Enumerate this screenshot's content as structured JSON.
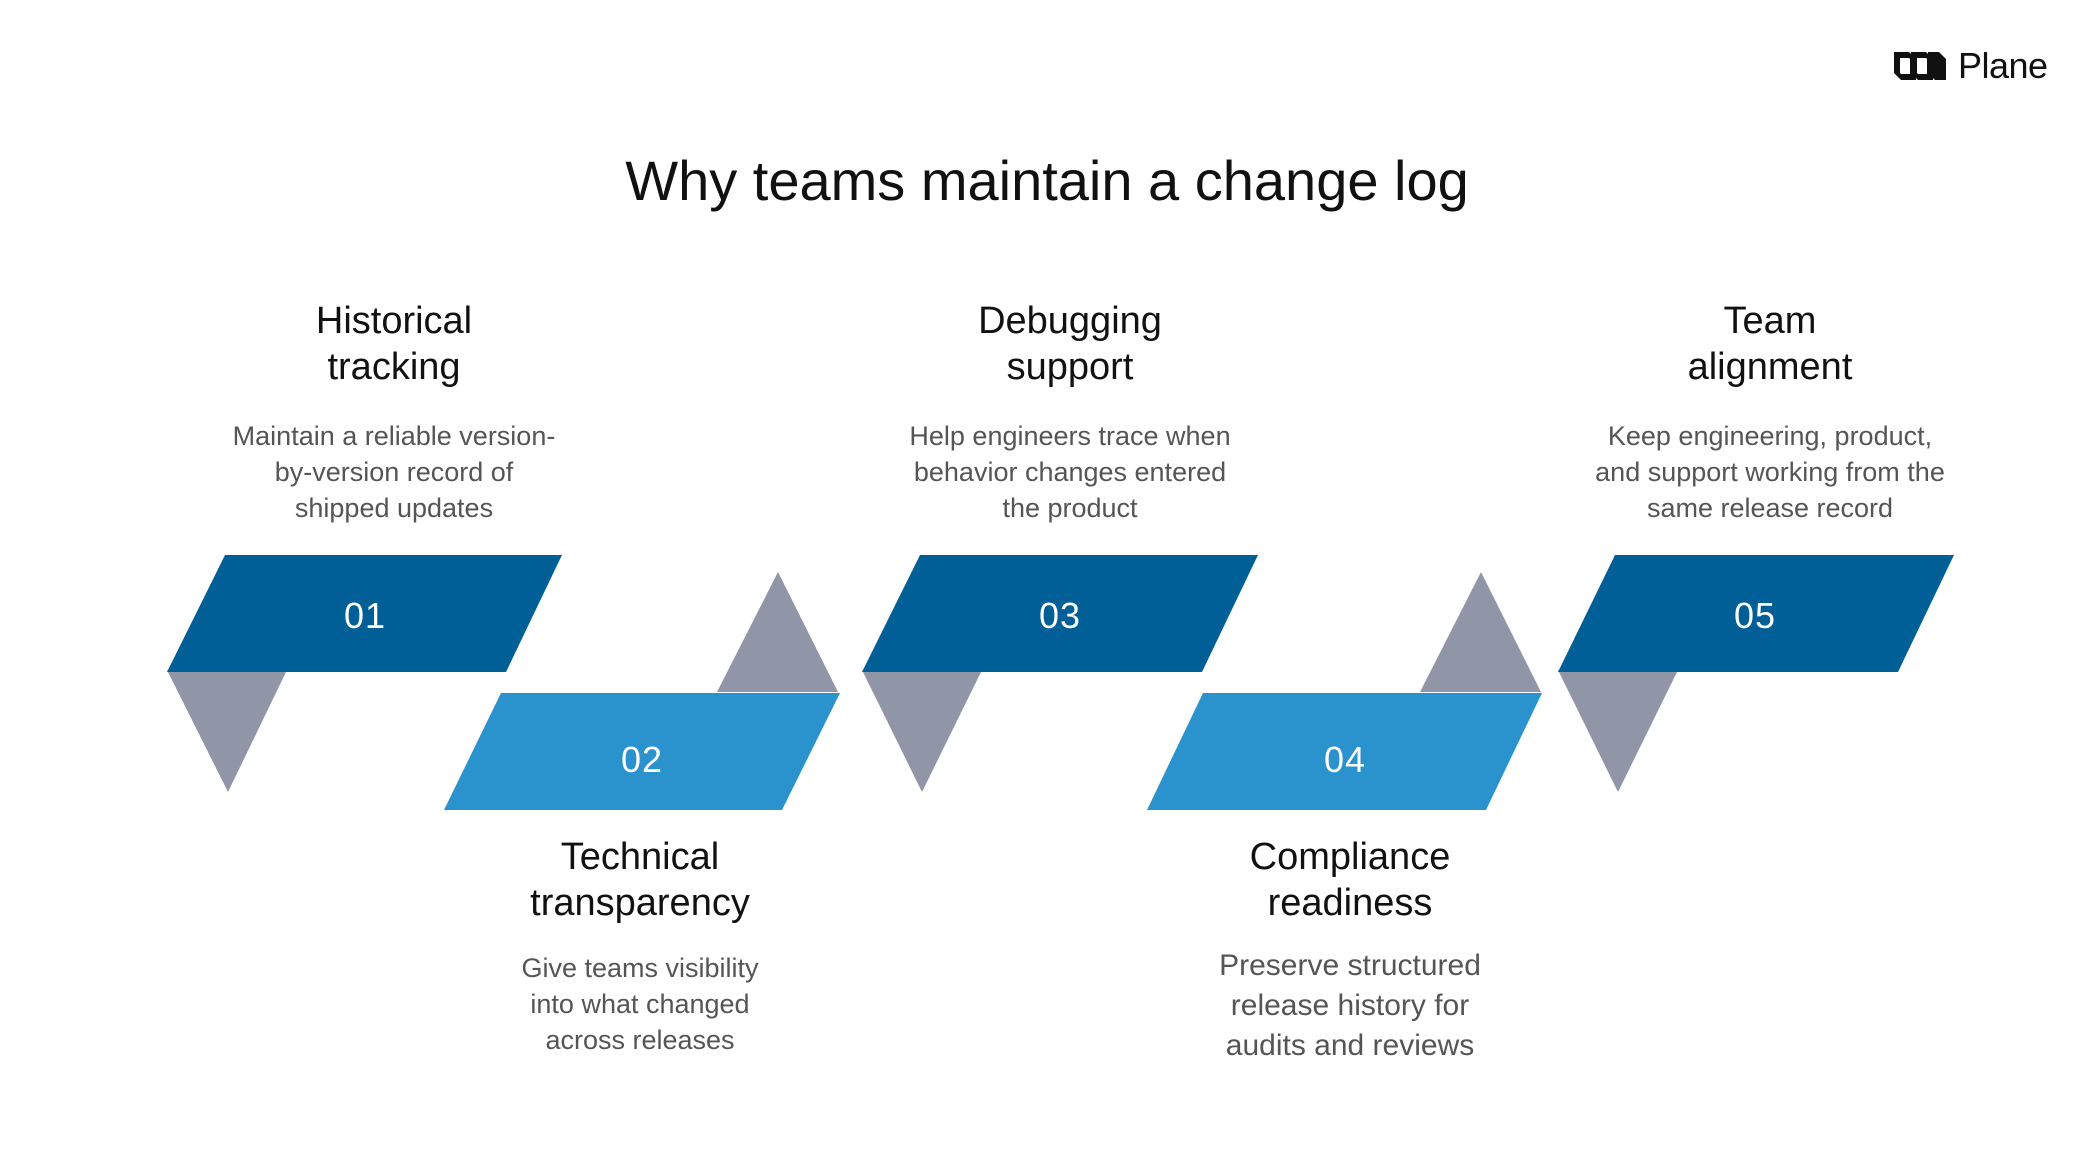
{
  "brand": {
    "name": "Plane",
    "icon": "plane-logo-icon"
  },
  "title": "Why teams maintain a change log",
  "colors": {
    "dark_blue": "#005F96",
    "light_blue": "#2A92CC",
    "gray": "#9096A8",
    "title_text": "#111111",
    "body_text": "#555555"
  },
  "steps": [
    {
      "number": "01",
      "title": "Historical\ntracking",
      "description": "Maintain a reliable version-\nby-version record of\nshipped updates"
    },
    {
      "number": "02",
      "title": "Technical\ntransparency",
      "description": "Give teams visibility\ninto what changed\nacross releases"
    },
    {
      "number": "03",
      "title": "Debugging\nsupport",
      "description": "Help engineers trace when\nbehavior changes entered\nthe product"
    },
    {
      "number": "04",
      "title": "Compliance\nreadiness",
      "description": "Preserve structured\nrelease history for\naudits and reviews"
    },
    {
      "number": "05",
      "title": "Team\nalignment",
      "description": "Keep engineering, product,\nand support working from the\nsame release record"
    }
  ]
}
